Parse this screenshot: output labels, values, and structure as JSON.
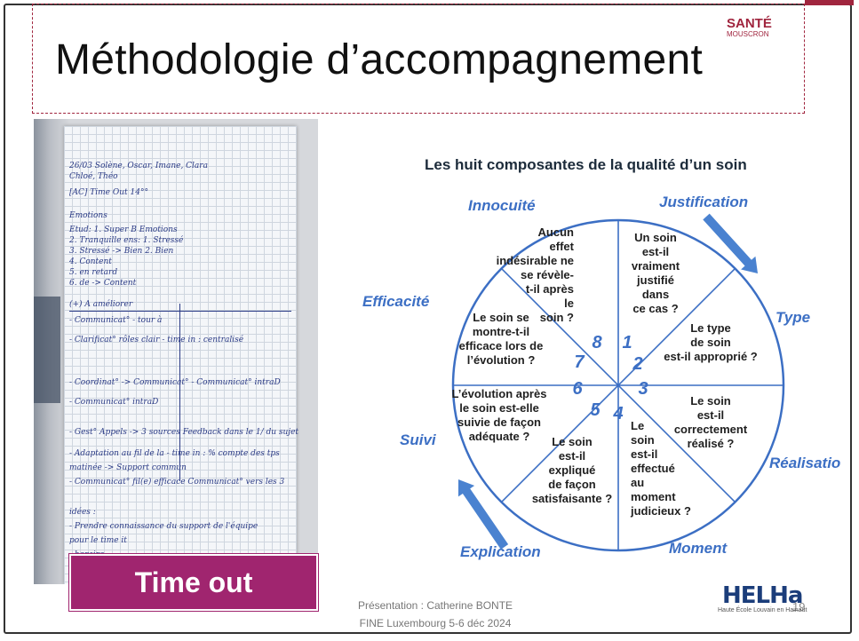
{
  "slide": {
    "title": "Méthodologie d’accompagnement",
    "brand": {
      "main": "SANTÉ",
      "sub": "MOUSCRON"
    },
    "badge": "Time out",
    "footer": {
      "line1": "Présentation : Catherine BONTE",
      "line2": "FINE Luxembourg 5-6 déc 2024"
    },
    "page_number": "19",
    "logo": {
      "mark": "HELHa",
      "sub": "Haute École Louvain en Hainaut"
    }
  },
  "photo": {
    "lines": [
      "26/03      Solène, Oscar, Imane, Clara",
      "              Chloé, Théo",
      "          [AC]      Time Out 14°°",
      "Emotions",
      "Etud: 1. Super B         Emotions",
      "      2. Tranquille       ens: 1. Stressé",
      "      3. Stressé -> Bien        2. Bien",
      "      4. Content",
      "      5. en retard",
      "      6. de -> Content",
      "             (+)                  A améliorer",
      "- Communicat°                 - tour à",
      "- Clarificat° rôles clair    - time in : centralisé",
      "- Coordinat°  -> Communicat°  - Communicat° intraD",
      "- Communicat° intraD",
      "- Gest° Appels -> 3 sources  Feedback dans le 1/ du sujet",
      "- Adaptation au fil de la    - time in : % compte des tps",
      "  matinée                      -> Support commun",
      "- Communicat° fil(e) efficace  Communicat° vers les 3",
      "idées :",
      "  - Prendre connaissance du support de l'équipe",
      "    pour le time it",
      "      - horaire"
    ]
  },
  "diagram": {
    "heading": "Les huit composantes de la qualité d’un soin",
    "labels": {
      "innocuite": "Innocuité",
      "justification": "Justification",
      "type": "Type",
      "realisation": "Réalisatio",
      "moment": "Moment",
      "explication": "Explication",
      "suivi": "Suivi",
      "efficacite": "Efficacité"
    },
    "segments": [
      {
        "number": "1",
        "lines": [
          "Un soin",
          "est-il",
          "vraiment",
          "justifié",
          "dans",
          "ce cas ?"
        ]
      },
      {
        "number": "2",
        "lines": [
          "Le type",
          "de soin",
          "est-il approprié ?"
        ]
      },
      {
        "number": "3",
        "lines": [
          "Le soin",
          "est-il",
          "correctement",
          "réalisé ?"
        ]
      },
      {
        "number": "4",
        "lines": [
          "Le",
          "soin",
          "est-il",
          "effectué",
          "au",
          "moment",
          "judicieux ?"
        ]
      },
      {
        "number": "5",
        "lines": [
          "Le soin",
          "est-il",
          "expliqué",
          "de façon",
          "satisfaisante ?"
        ]
      },
      {
        "number": "6",
        "lines": [
          "L’évolution après",
          "le soin est-elle",
          "suivie de façon",
          "adéquate ?"
        ]
      },
      {
        "number": "7",
        "lines": [
          "Le soin se",
          "montre-t-il",
          "efficace lors de",
          "l’évolution ?"
        ]
      },
      {
        "number": "8",
        "lines": [
          "Aucun",
          "effet",
          "indésirable ne",
          "se révèle-",
          "t-il après",
          "le",
          "soin ?"
        ]
      }
    ],
    "colors": {
      "accent": "#3c6fc4",
      "arrow": "#4a82d0",
      "brand": "#a0253e",
      "badge": "#a0256f"
    }
  }
}
